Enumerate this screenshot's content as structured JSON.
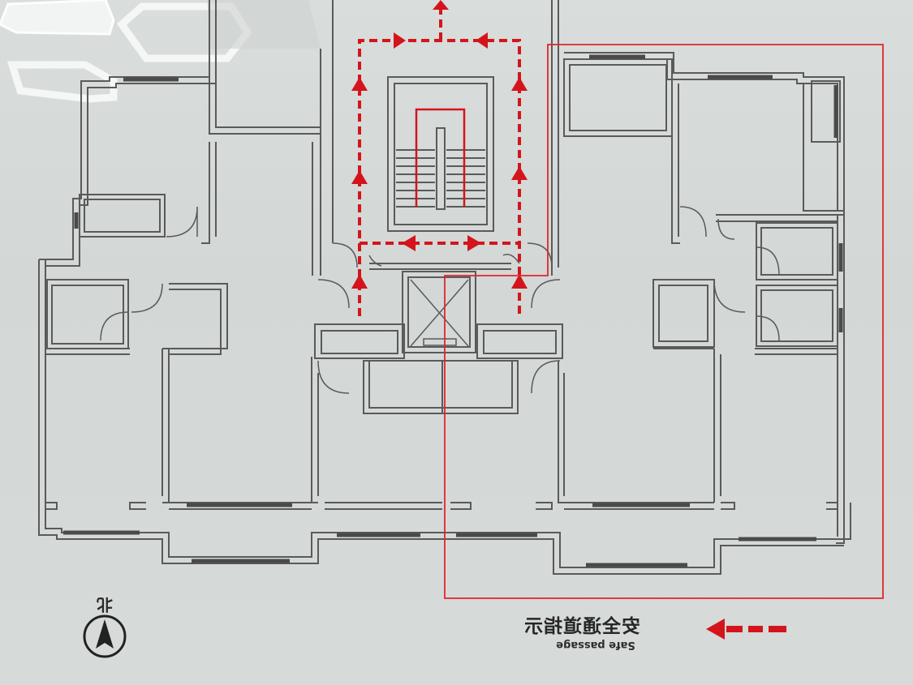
{
  "plan": {
    "legend_cn": "安全通道指示",
    "legend_en": "Safe passage",
    "north_label": "北"
  },
  "colors": {
    "wall": "#5a5a5a",
    "route": "#d4141c",
    "highlight": "#e0262a",
    "background": "#d7dbd9"
  },
  "icons": {
    "compass": "north-arrow-icon",
    "route_arrow": "dashed-arrow-icon"
  }
}
